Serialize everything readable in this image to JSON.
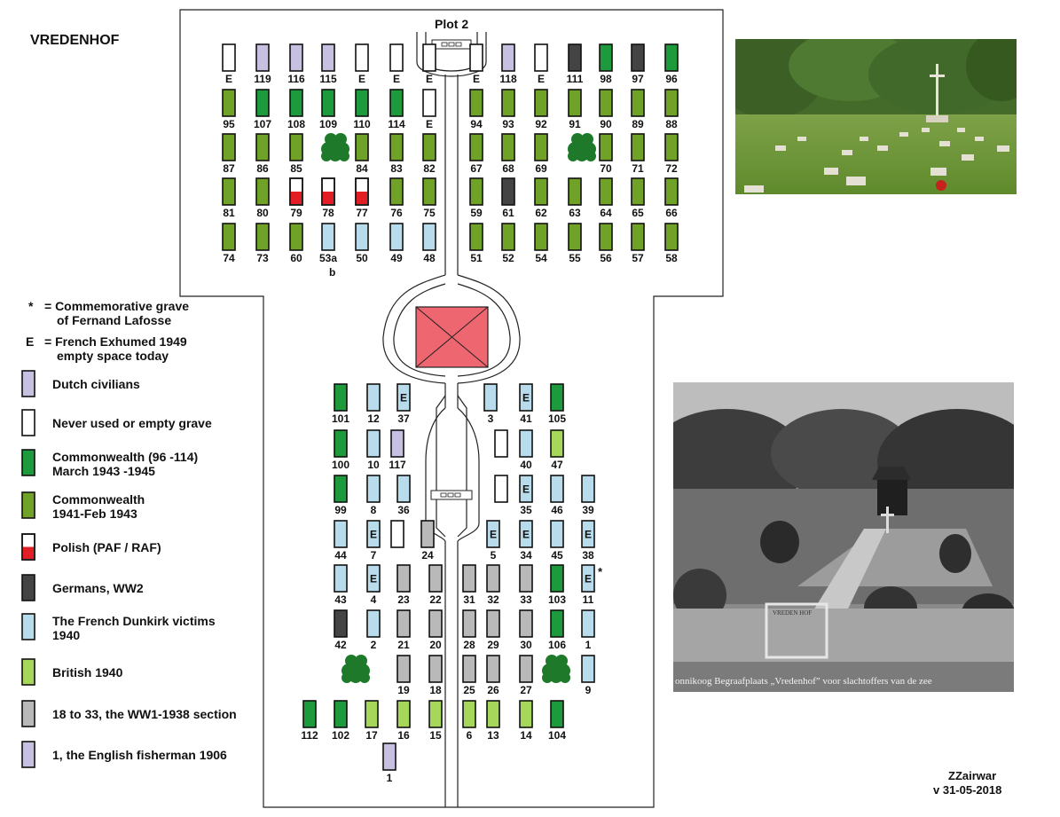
{
  "title": "VREDENHOF",
  "plot_label": "Plot 2",
  "credit": {
    "author": "ZZairwar",
    "version": "v 31-05-2018"
  },
  "photo_bottom_caption": "onnikoog Begraafplaats „Vredenhof” voor slachtoffers van de zee",
  "photo_bottom_sign": "VREDEN HOF",
  "colors": {
    "dutch": "#c8c0e0",
    "empty": "#ffffff",
    "cw_late": "#1c9a3c",
    "cw_early": "#6fa227",
    "polish_top": "#ffffff",
    "polish_bottom": "#e21d24",
    "german": "#444444",
    "french": "#b8dcec",
    "british": "#a6d65a",
    "ww1": "#b9b9b9",
    "monument": "#ee6670",
    "tree": "#1e7a2a"
  },
  "legend": [
    {
      "key": "star",
      "symbol": "*",
      "lines": [
        "= Commemorative grave",
        "of Fernand Lafosse"
      ]
    },
    {
      "key": "exhumed",
      "symbol": "E",
      "lines": [
        "= French Exhumed 1949",
        "empty space today"
      ]
    },
    {
      "key": "dutch",
      "lines": [
        "Dutch civilians"
      ]
    },
    {
      "key": "empty",
      "lines": [
        "Never used or empty grave"
      ]
    },
    {
      "key": "cw_late",
      "lines": [
        "Commonwealth (96 -114)",
        "March 1943 -1945"
      ]
    },
    {
      "key": "cw_early",
      "lines": [
        "Commonwealth",
        "1941-Feb 1943"
      ]
    },
    {
      "key": "polish",
      "lines": [
        "Polish (PAF / RAF)"
      ]
    },
    {
      "key": "german",
      "lines": [
        "Germans, WW2"
      ]
    },
    {
      "key": "french",
      "lines": [
        "The French Dunkirk victims",
        "1940"
      ]
    },
    {
      "key": "british",
      "lines": [
        "British 1940"
      ]
    },
    {
      "key": "ww1",
      "lines": [
        "18 to 33, the WW1-1938 section"
      ]
    },
    {
      "key": "dutch",
      "lines": [
        "1, the English fisherman 1906"
      ]
    }
  ],
  "grave_rows_top": [
    [
      "empty|E",
      "dutch|119",
      "dutch|116",
      "dutch|115",
      "empty|E",
      "empty|E",
      "empty|E",
      "empty|E",
      "dutch|118",
      "empty|E",
      "german|111",
      "cw_late|98",
      "german|97",
      "cw_late|96"
    ],
    [
      "cw_early|95",
      "cw_late|107",
      "cw_late|108",
      "cw_late|109",
      "cw_late|110",
      "cw_late|114",
      "empty|E",
      "cw_early|94",
      "cw_early|93",
      "cw_early|92",
      "cw_early|91",
      "cw_early|90",
      "cw_early|89",
      "cw_early|88"
    ],
    [
      "cw_early|87",
      "cw_early|86",
      "cw_early|85",
      "tree|",
      "cw_early|84",
      "cw_early|83",
      "cw_early|82",
      "cw_early|67",
      "cw_early|68",
      "cw_early|69",
      "tree|",
      "cw_early|70",
      "cw_early|71",
      "cw_early|72"
    ],
    [
      "cw_early|81",
      "cw_early|80",
      "polish|79",
      "polish|78",
      "polish|77",
      "cw_early|76",
      "cw_early|75",
      "cw_early|59",
      "german|61",
      "cw_early|62",
      "cw_early|63",
      "cw_early|64",
      "cw_early|65",
      "cw_early|66"
    ],
    [
      "cw_early|74",
      "cw_early|73",
      "cw_early|60",
      "french|53a",
      "french|50",
      "french|49",
      "french|48",
      "cw_early|51",
      "cw_early|52",
      "cw_early|54",
      "cw_early|55",
      "cw_early|56",
      "cw_early|57",
      "cw_early|58"
    ]
  ],
  "grave_rows_bottom": [
    [
      "|",
      "cw_late|101",
      "french|12",
      "french|37|E",
      "|",
      "|",
      "french|3",
      "french|41|E",
      "cw_late|105",
      "|"
    ],
    [
      "|",
      "cw_late|100",
      "french|10",
      "dutch|117",
      "|",
      "|",
      "empty|",
      "french|40",
      "british|47",
      "|"
    ],
    [
      "|",
      "cw_late|99",
      "french|8",
      "french|36",
      "|",
      "|",
      "empty|",
      "french|35|E",
      "french|46",
      "french|39"
    ],
    [
      "french|44",
      "french|7|E",
      "empty|",
      "ww1|24",
      "|",
      "french|5|E",
      "french|34|E",
      "french|45",
      "french|38|E",
      "|"
    ],
    [
      "french|43",
      "french|4|E",
      "ww1|23",
      "ww1|22",
      "ww1|31",
      "ww1|32",
      "ww1|33",
      "cw_late|103",
      "french|11|E",
      "|"
    ],
    [
      "german|42",
      "french|2",
      "ww1|21",
      "ww1|20",
      "ww1|28",
      "ww1|29",
      "ww1|30",
      "cw_late|106",
      "french|1",
      "|"
    ],
    [
      "tree|",
      "ww1|19",
      "ww1|18",
      "ww1|25",
      "ww1|26",
      "ww1|27",
      "tree|",
      "french|9",
      "|",
      "|"
    ],
    [
      "cw_late|112",
      "cw_late|102",
      "british|17",
      "british|16",
      "british|15",
      "british|6",
      "british|13",
      "british|14",
      "cw_late|104",
      "|"
    ],
    [
      "dutch|1",
      "|",
      "|",
      "|",
      "|",
      "|",
      "|",
      "|",
      "|",
      "|"
    ]
  ],
  "extra_labels": {
    "below_53a": "b",
    "star_mark": "*"
  }
}
